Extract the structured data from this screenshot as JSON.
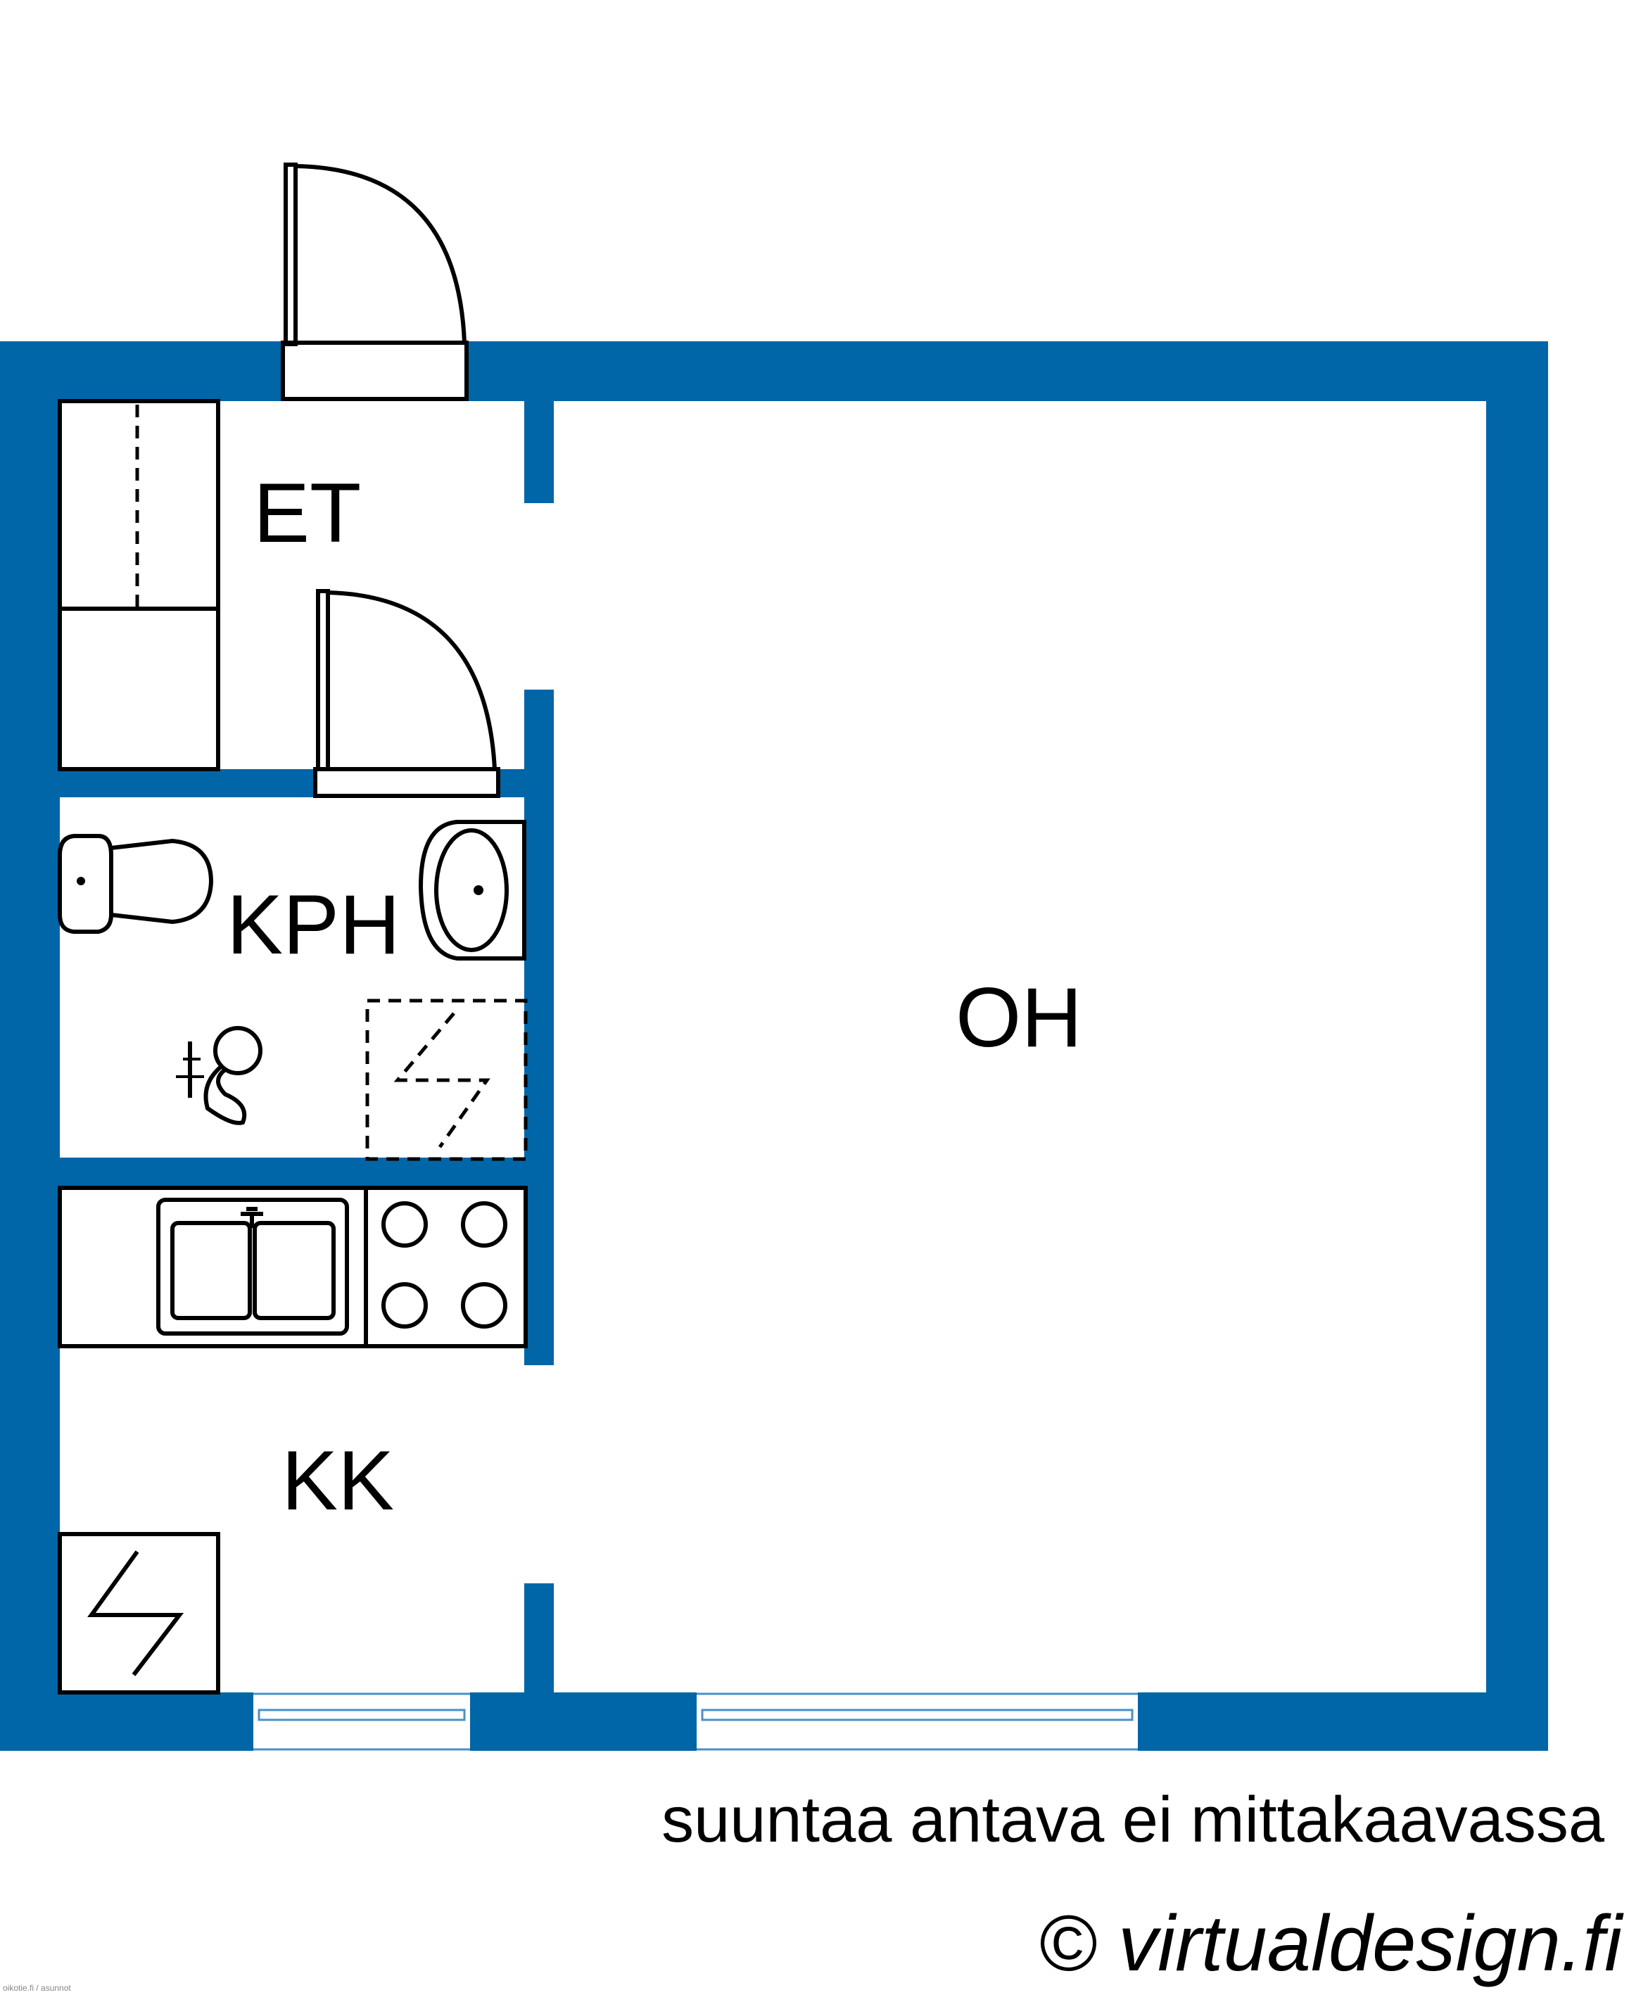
{
  "rooms": {
    "et": "ET",
    "kph": "KPH",
    "oh": "OH",
    "kk": "KK"
  },
  "footer": {
    "note": "suuntaa antava ei mittakaavassa",
    "copyright": "© virtualdesign.fi",
    "watermark": "oikotie.fi / asunnot"
  },
  "colors": {
    "wall": "#0066a8",
    "line": "#000000",
    "background": "#ffffff"
  }
}
